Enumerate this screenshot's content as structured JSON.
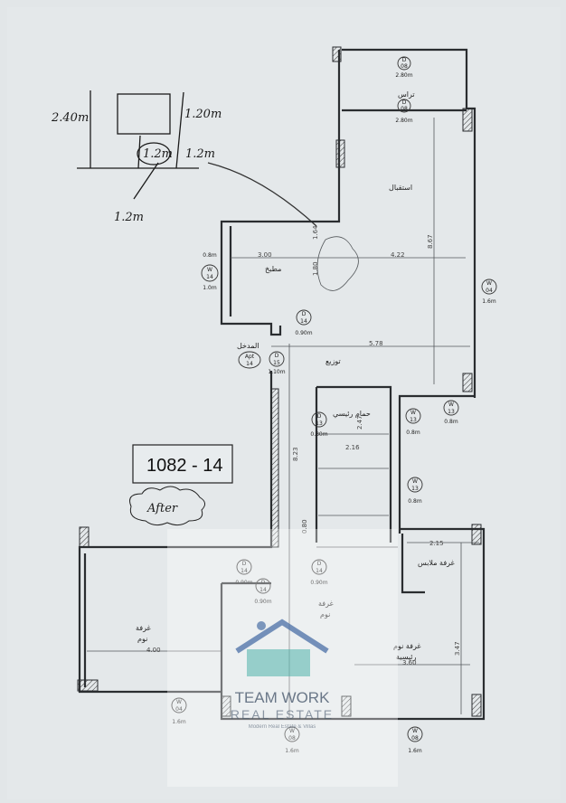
{
  "plan_id": "1082 - 14",
  "annotation": "After",
  "sketch": {
    "height": "2.40m",
    "top_right": "1.20m",
    "circle": "1.2m",
    "right": "1.2m",
    "bottom": "1.2m"
  },
  "rooms": {
    "terrace": "تراس",
    "reception": "استقبال",
    "kitchen": "مطبخ",
    "entrance": "المدخل",
    "distribution": "توزيع",
    "main_bath": "حمام رئيسي",
    "dressing": "غرفة ملابس",
    "bedroom_left_1": "غرفة",
    "bedroom_left_2": "نوم",
    "bedroom_mid_1": "غرفة",
    "bedroom_mid_2": "نوم",
    "master_1": "غرفة نوم",
    "master_2": "رئيسية"
  },
  "dimensions": [
    "3.00",
    "1.80",
    "4.22",
    "8.67",
    "5.78",
    "8.23",
    "2.47",
    "2.16",
    "2.15",
    "3.47",
    "3.60",
    "4.00",
    "1.64",
    "0.80"
  ],
  "tags": [
    {
      "type": "D",
      "num": "08",
      "size": "2.80m"
    },
    {
      "type": "D",
      "num": "08",
      "size": "2.80m"
    },
    {
      "type": "W",
      "num": "14",
      "size": "1.0m",
      "top": "0.8m"
    },
    {
      "type": "D",
      "num": "14",
      "size": "0.90m"
    },
    {
      "type": "Apt",
      "num": "14",
      "size": ""
    },
    {
      "type": "D",
      "num": "15",
      "size": "1.10m"
    },
    {
      "type": "W",
      "num": "04",
      "size": "1.6m"
    },
    {
      "type": "D",
      "num": "13",
      "size": "0.80m"
    },
    {
      "type": "W",
      "num": "13",
      "size": "0.8m"
    },
    {
      "type": "W",
      "num": "13",
      "size": "0.8m"
    },
    {
      "type": "W",
      "num": "13",
      "size": "0.8m"
    },
    {
      "type": "D",
      "num": "14",
      "size": "0.90m"
    },
    {
      "type": "D",
      "num": "14",
      "size": "0.90m"
    },
    {
      "type": "D",
      "num": "14",
      "size": "0.90m"
    },
    {
      "type": "W",
      "num": "04",
      "size": "1.6m"
    },
    {
      "type": "W",
      "num": "08",
      "size": "1.6m"
    },
    {
      "type": "W",
      "num": "08",
      "size": "1.6m"
    }
  ],
  "watermark": {
    "line1": "TEAM WORK",
    "line2": "REAL ESTATE",
    "tagline": "Modern Real Estate & Villas",
    "colors": {
      "blue": "#4a6fa5",
      "teal": "#4fb3a9"
    }
  }
}
